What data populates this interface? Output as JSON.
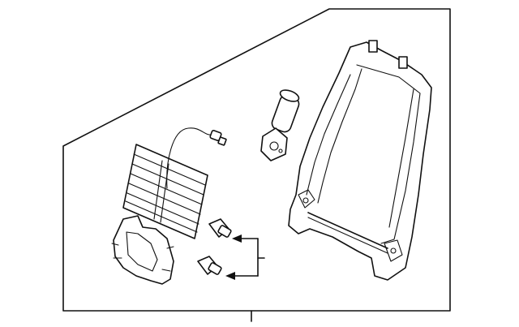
{
  "diagram": {
    "background_color": "#ffffff",
    "line_color": "#111111",
    "parts": [
      {
        "name": "seat-back-frame",
        "icon": "seat-frame-icon"
      },
      {
        "name": "lumbar-motor",
        "icon": "motor-icon"
      },
      {
        "name": "lumbar-support-grid",
        "icon": "wire-grid-icon"
      },
      {
        "name": "wire-harness",
        "icon": "wire-icon"
      },
      {
        "name": "support-plate",
        "icon": "plate-icon"
      },
      {
        "name": "connector-upper",
        "icon": "connector-icon"
      },
      {
        "name": "connector-lower",
        "icon": "connector-icon"
      }
    ]
  }
}
